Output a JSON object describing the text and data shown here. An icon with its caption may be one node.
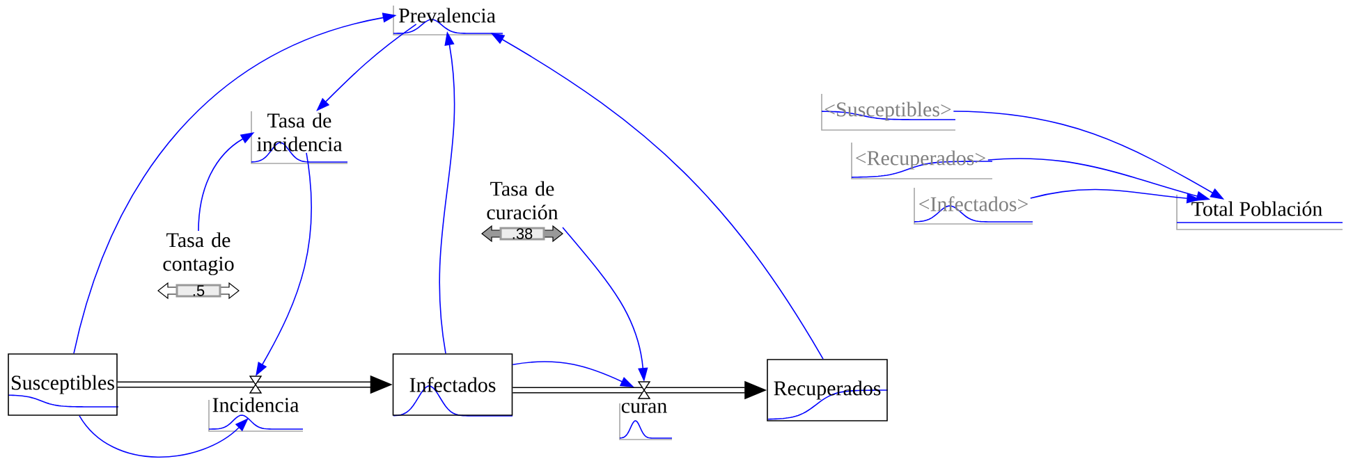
{
  "diagram": {
    "nodes": [
      {
        "text": [
          "Prevalencia"
        ]
      },
      {
        "text": [
          "Tasa de incidencia"
        ]
      },
      {
        "text": [
          "Tasa de contagio",
          ".5"
        ]
      },
      {
        "text": [
          "Tasa de curación",
          ".38"
        ]
      },
      {
        "text": [
          "Susceptibles"
        ]
      },
      {
        "text": [
          "Incidencia"
        ]
      },
      {
        "text": [
          "Infectados"
        ]
      },
      {
        "text": [
          "curan"
        ]
      },
      {
        "text": [
          "Recuperados"
        ]
      },
      {
        "text": [
          "<Susceptibles>"
        ]
      },
      {
        "text": [
          "<Recuperados>"
        ]
      },
      {
        "text": [
          "<Infectados>"
        ]
      },
      {
        "text": [
          "Total Población"
        ]
      }
    ],
    "edges": [
      {
        "from": 4,
        "to": 0,
        "arrow": "to"
      },
      {
        "from": 0,
        "to": 1,
        "arrow": "to"
      },
      {
        "from": 2,
        "to": 1,
        "arrow": "to"
      },
      {
        "from": 1,
        "to": 5,
        "arrow": "to"
      },
      {
        "from": 4,
        "to": 5,
        "arrow": "to"
      },
      {
        "from": 6,
        "to": 0,
        "arrow": "to"
      },
      {
        "from": 8,
        "to": 0,
        "arrow": "to"
      },
      {
        "from": 3,
        "to": 7,
        "arrow": "to"
      },
      {
        "from": 6,
        "to": 7,
        "arrow": "to"
      },
      {
        "from": 9,
        "to": 12,
        "arrow": "to"
      },
      {
        "from": 10,
        "to": 12,
        "arrow": "to"
      },
      {
        "from": 11,
        "to": 12,
        "arrow": "to"
      },
      {
        "from": 4,
        "to": 6,
        "arrow": "to",
        "style": "thick",
        "color": "#000000"
      },
      {
        "from": 6,
        "to": 8,
        "arrow": "to",
        "style": "thick",
        "color": "#000000"
      }
    ]
  }
}
